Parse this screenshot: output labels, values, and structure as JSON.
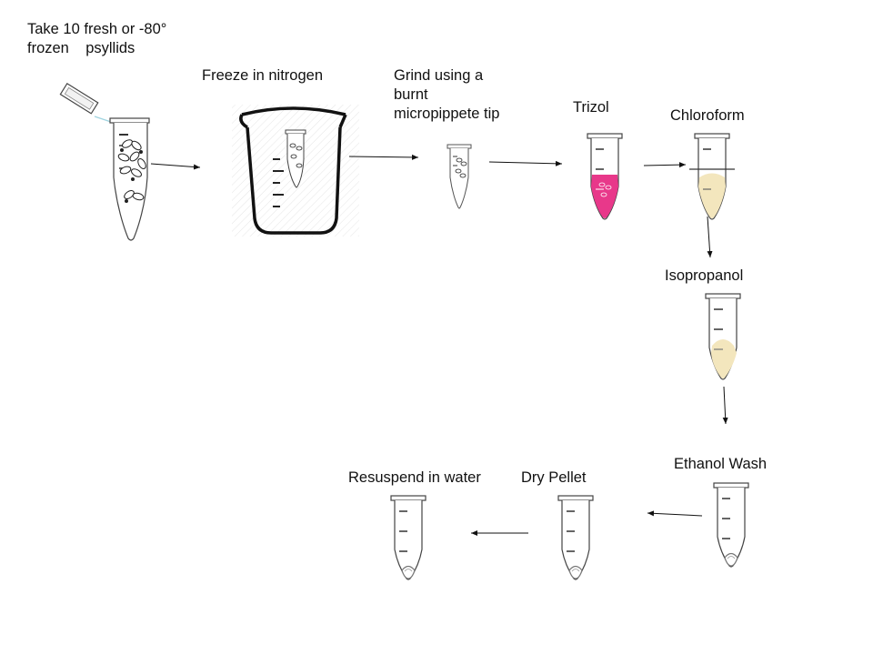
{
  "colors": {
    "stroke": "#444444",
    "arrow": "#111111",
    "trizol": "#e8388a",
    "phase": "#f3e6bd",
    "background": "#ffffff"
  },
  "steps": [
    {
      "id": "start",
      "label": "Take 10 fresh or -80°\nfrozen    psyllids"
    },
    {
      "id": "freeze",
      "label": "Freeze in nitrogen"
    },
    {
      "id": "grind",
      "label": "Grind using a\nburnt\nmicropippete tip"
    },
    {
      "id": "trizol",
      "label": "Trizol"
    },
    {
      "id": "chloroform",
      "label": "Chloroform"
    },
    {
      "id": "isopropanol",
      "label": "Isopropanol"
    },
    {
      "id": "ethanol",
      "label": "Ethanol Wash"
    },
    {
      "id": "dry",
      "label": "Dry Pellet"
    },
    {
      "id": "resuspend",
      "label": "Resuspend in water"
    }
  ]
}
